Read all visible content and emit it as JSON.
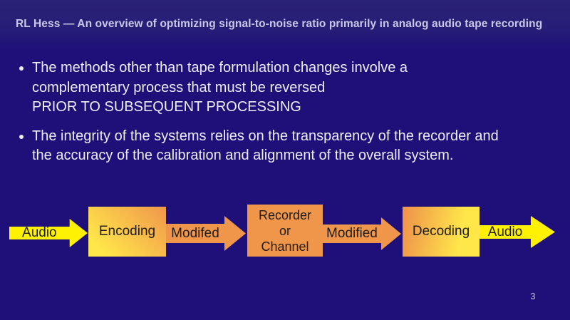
{
  "slide": {
    "title": "RL Hess — An overview of optimizing signal-to-noise ratio primarily in analog audio tape recording",
    "page_number": "3",
    "bullets": [
      {
        "text": "The methods other than tape formulation changes involve a\ncomplementary process that must be reversed\nPRIOR TO SUBSEQUENT PROCESSING"
      },
      {
        "text": "The integrity of the systems relies on the transparency of the recorder and\nthe accuracy of the calibration and alignment of the overall system."
      }
    ],
    "diagram": {
      "nodes": [
        {
          "type": "arrow",
          "label": "Audio",
          "fill": "#fff101"
        },
        {
          "type": "box",
          "label": "Encoding",
          "fill": "gradient #ffe74a to #f0964b"
        },
        {
          "type": "arrow",
          "label": "Modifed",
          "fill": "#f0964b"
        },
        {
          "type": "box",
          "label": "Recorder\nor\nChannel",
          "fill": "#f0964b"
        },
        {
          "type": "arrow",
          "label": "Modified",
          "fill": "#f0964b"
        },
        {
          "type": "box",
          "label": "Decoding",
          "fill": "gradient #f0964b to #ffe74a"
        },
        {
          "type": "arrow",
          "label": "Audio",
          "fill": "#fff101"
        }
      ]
    },
    "colors": {
      "background": "#1e1078",
      "header_band": "#2a2276",
      "title_text": "#c9c8e6",
      "body_text": "#edeefb",
      "arrow_yellow": "#fff101",
      "arrow_orange": "#f0964b",
      "box_yellow": "#ffe74a",
      "diagram_text": "#1c1c1c"
    }
  }
}
